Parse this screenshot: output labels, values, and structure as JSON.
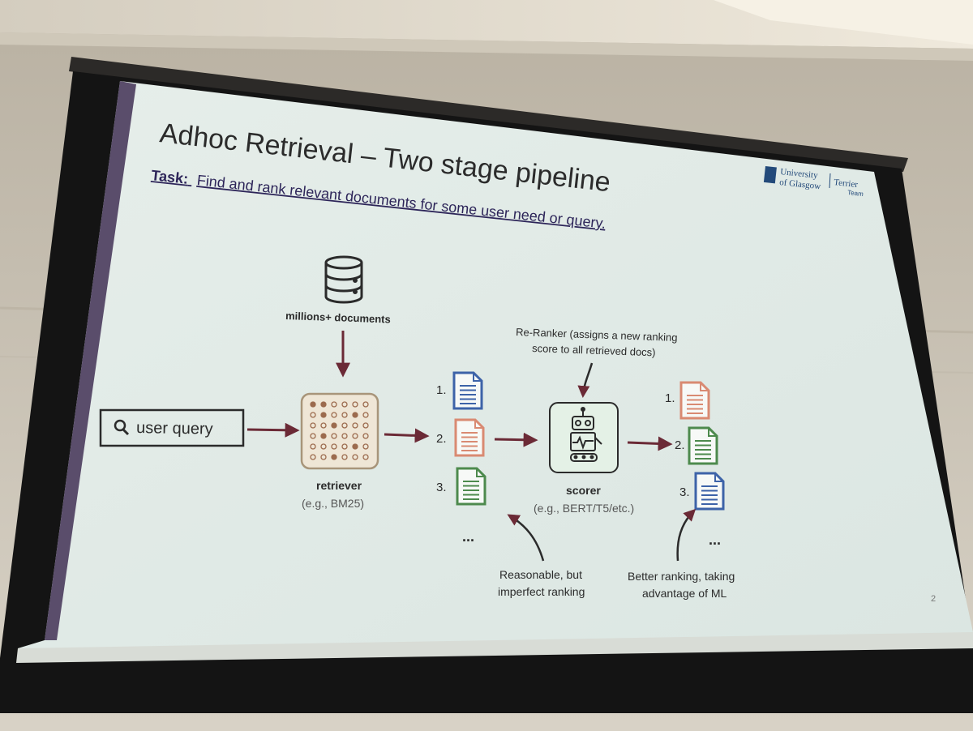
{
  "slide": {
    "title": "Adhoc Retrieval – Two stage pipeline",
    "task_label": "Task:",
    "task_text": "Find and rank relevant documents for some user need or query.",
    "logo_university": "University",
    "logo_glasgow": "of Glasgow",
    "logo_terrier": "Terrier",
    "logo_team": "Team",
    "page_number": "2"
  },
  "diagram": {
    "documents_label": "millions+ documents",
    "query_label": "user query",
    "retriever_label": "retriever",
    "retriever_example": "(e.g., BM25)",
    "reranker_note_line1": "Re-Ranker  (assigns a new ranking",
    "reranker_note_line2": "score to all retrieved docs)",
    "scorer_label": "scorer",
    "scorer_example": "(e.g., BERT/T5/etc.)",
    "rank_1": "1.",
    "rank_2": "2.",
    "rank_3": "3.",
    "ellipsis": "...",
    "note_left_line1": "Reasonable, but",
    "note_left_line2": "imperfect ranking",
    "note_right_line1": "Better ranking, taking",
    "note_right_line2": "advantage of ML"
  },
  "colors": {
    "arrow": "#6b2a36",
    "doc_blue": "#3d63a8",
    "doc_orange": "#d98a72",
    "doc_green": "#4d8a4d",
    "retriever_fill": "#efe6d6",
    "scorer_fill": "#e4f1e6"
  }
}
